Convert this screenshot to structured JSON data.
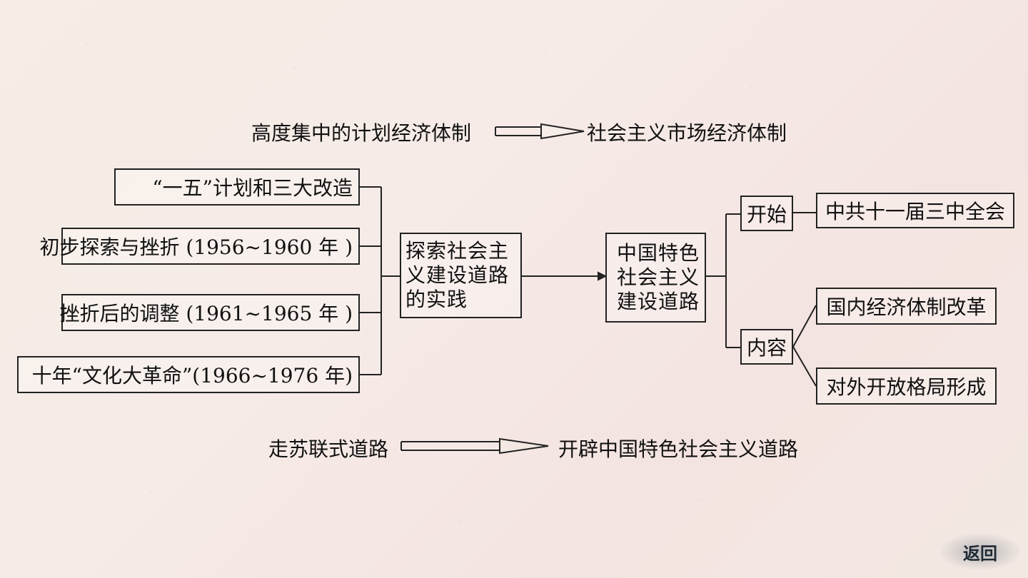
{
  "top_from": "高度集中的计划经济体制",
  "top_to": "社会主义市场经济体制",
  "bottom_from": "走苏联式道路",
  "bottom_to": "开辟中国特色社会主义道路",
  "left_items": [
    "“一五”计划和三大改造",
    "初步探索与挫折 (1956~1960 年 )",
    "挫折后的调整 (1961~1965 年 )",
    "十年“文化大革命”(1966~1976 年)"
  ],
  "center_left": "探索社会主义建设道路的实践",
  "center_right": "中国特色社会主义建设道路",
  "start_label": "开始",
  "start_value": "中共十一届三中全会",
  "content_label": "内容",
  "content_items": [
    "国内经济体制改革",
    "对外开放格局形成"
  ],
  "back_button": "返回"
}
